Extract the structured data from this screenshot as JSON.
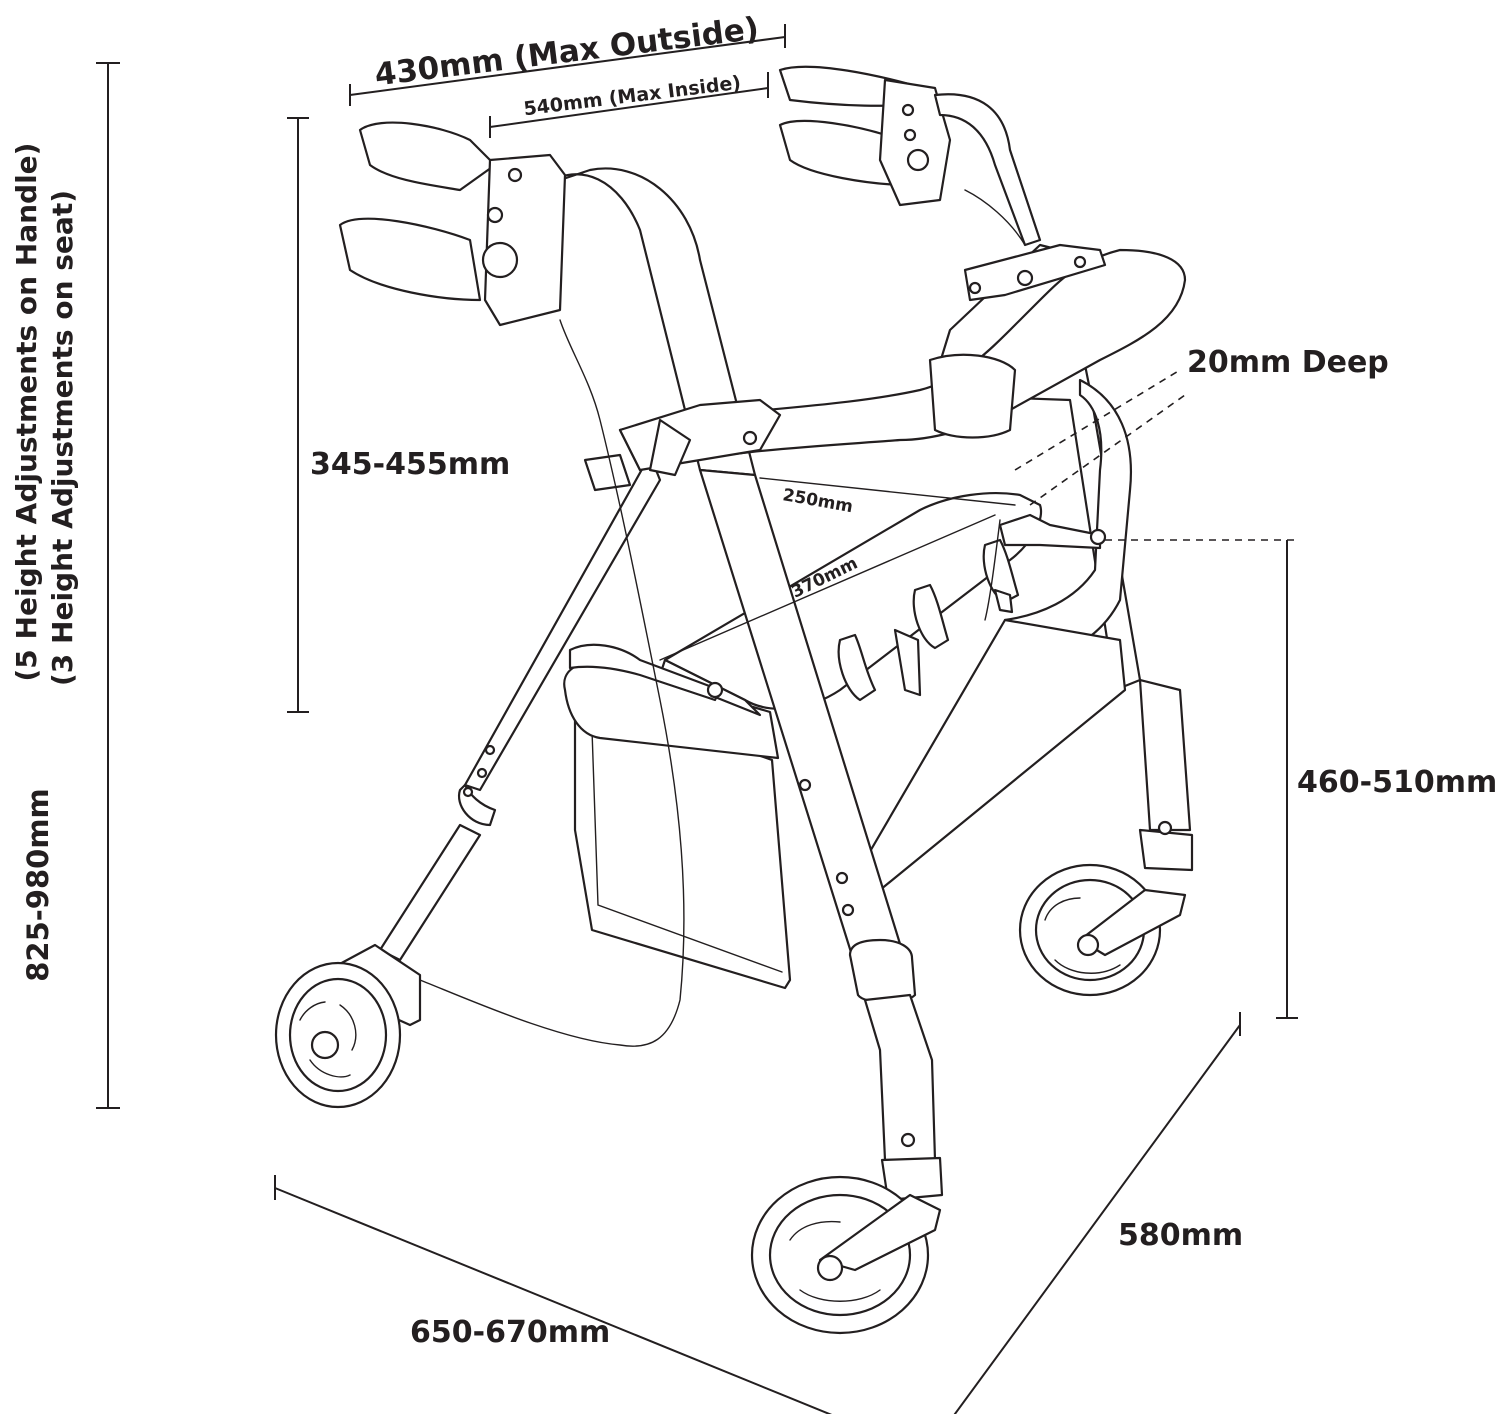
{
  "labels": {
    "max_outside": "430mm (Max Outside)",
    "max_inside": "540mm (Max Inside)",
    "handle_range": "345-455mm",
    "depth": "20mm Deep",
    "seat_width": "250mm",
    "seat_length": "370mm",
    "seat_height": "460-510mm",
    "overall_height": "825-980mm",
    "adjust_handle": "(5 Height Adjustments on Handle)",
    "adjust_seat": "(3 Height Adjustments on seat)",
    "width": "580mm",
    "length": "650-670mm"
  },
  "colors": {
    "ink": "#231f20",
    "background": "#ffffff"
  }
}
